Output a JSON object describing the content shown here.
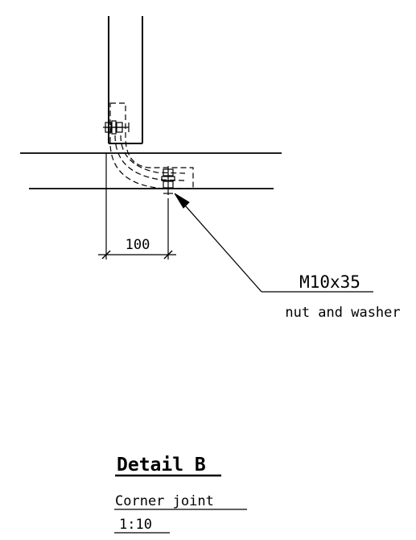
{
  "dimension": {
    "value": "100"
  },
  "callout": {
    "spec": "M10x35",
    "note": "nut and washer"
  },
  "title_block": {
    "title": "Detail B",
    "subtitle": "Corner joint",
    "scale": "1:10"
  },
  "colors": {
    "ink": "#000000",
    "paper": "#ffffff"
  }
}
